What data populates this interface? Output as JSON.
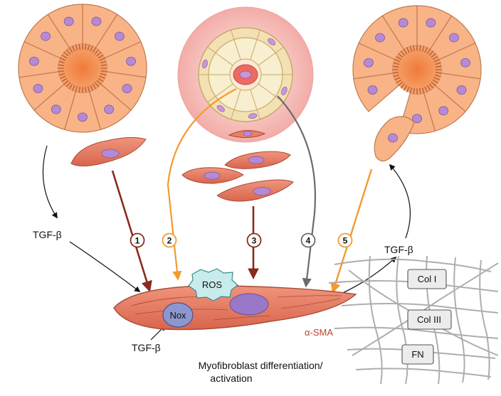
{
  "labels": {
    "tgf_left": "TGF-β",
    "tgf_right": "TGF-β",
    "tgf_bottom": "TGF-β",
    "ros": "ROS",
    "nox": "Nox",
    "sma": "α-SMA",
    "caption_line1": "Myofibroblast differentiation/",
    "caption_line2": "activation"
  },
  "pathways": [
    {
      "number": "1",
      "color": "#8b2a1e"
    },
    {
      "number": "2",
      "color": "#f39a2e"
    },
    {
      "number": "3",
      "color": "#8b2a1e"
    },
    {
      "number": "4",
      "color": "#6b6b6b"
    },
    {
      "number": "5",
      "color": "#f39a2e"
    }
  ],
  "matrix": {
    "col1": "Col I",
    "col3": "Col III",
    "fn": "FN"
  },
  "colors": {
    "epithelial": "#f8b487",
    "epithelial_stroke": "#c07a4e",
    "nucleus": "#b68ad3",
    "myofibroblast": "#e8806a",
    "vessel_outer": "#f7c4c0",
    "ros_fill": "#c8ecec",
    "nox_fill": "#8c97cf"
  }
}
